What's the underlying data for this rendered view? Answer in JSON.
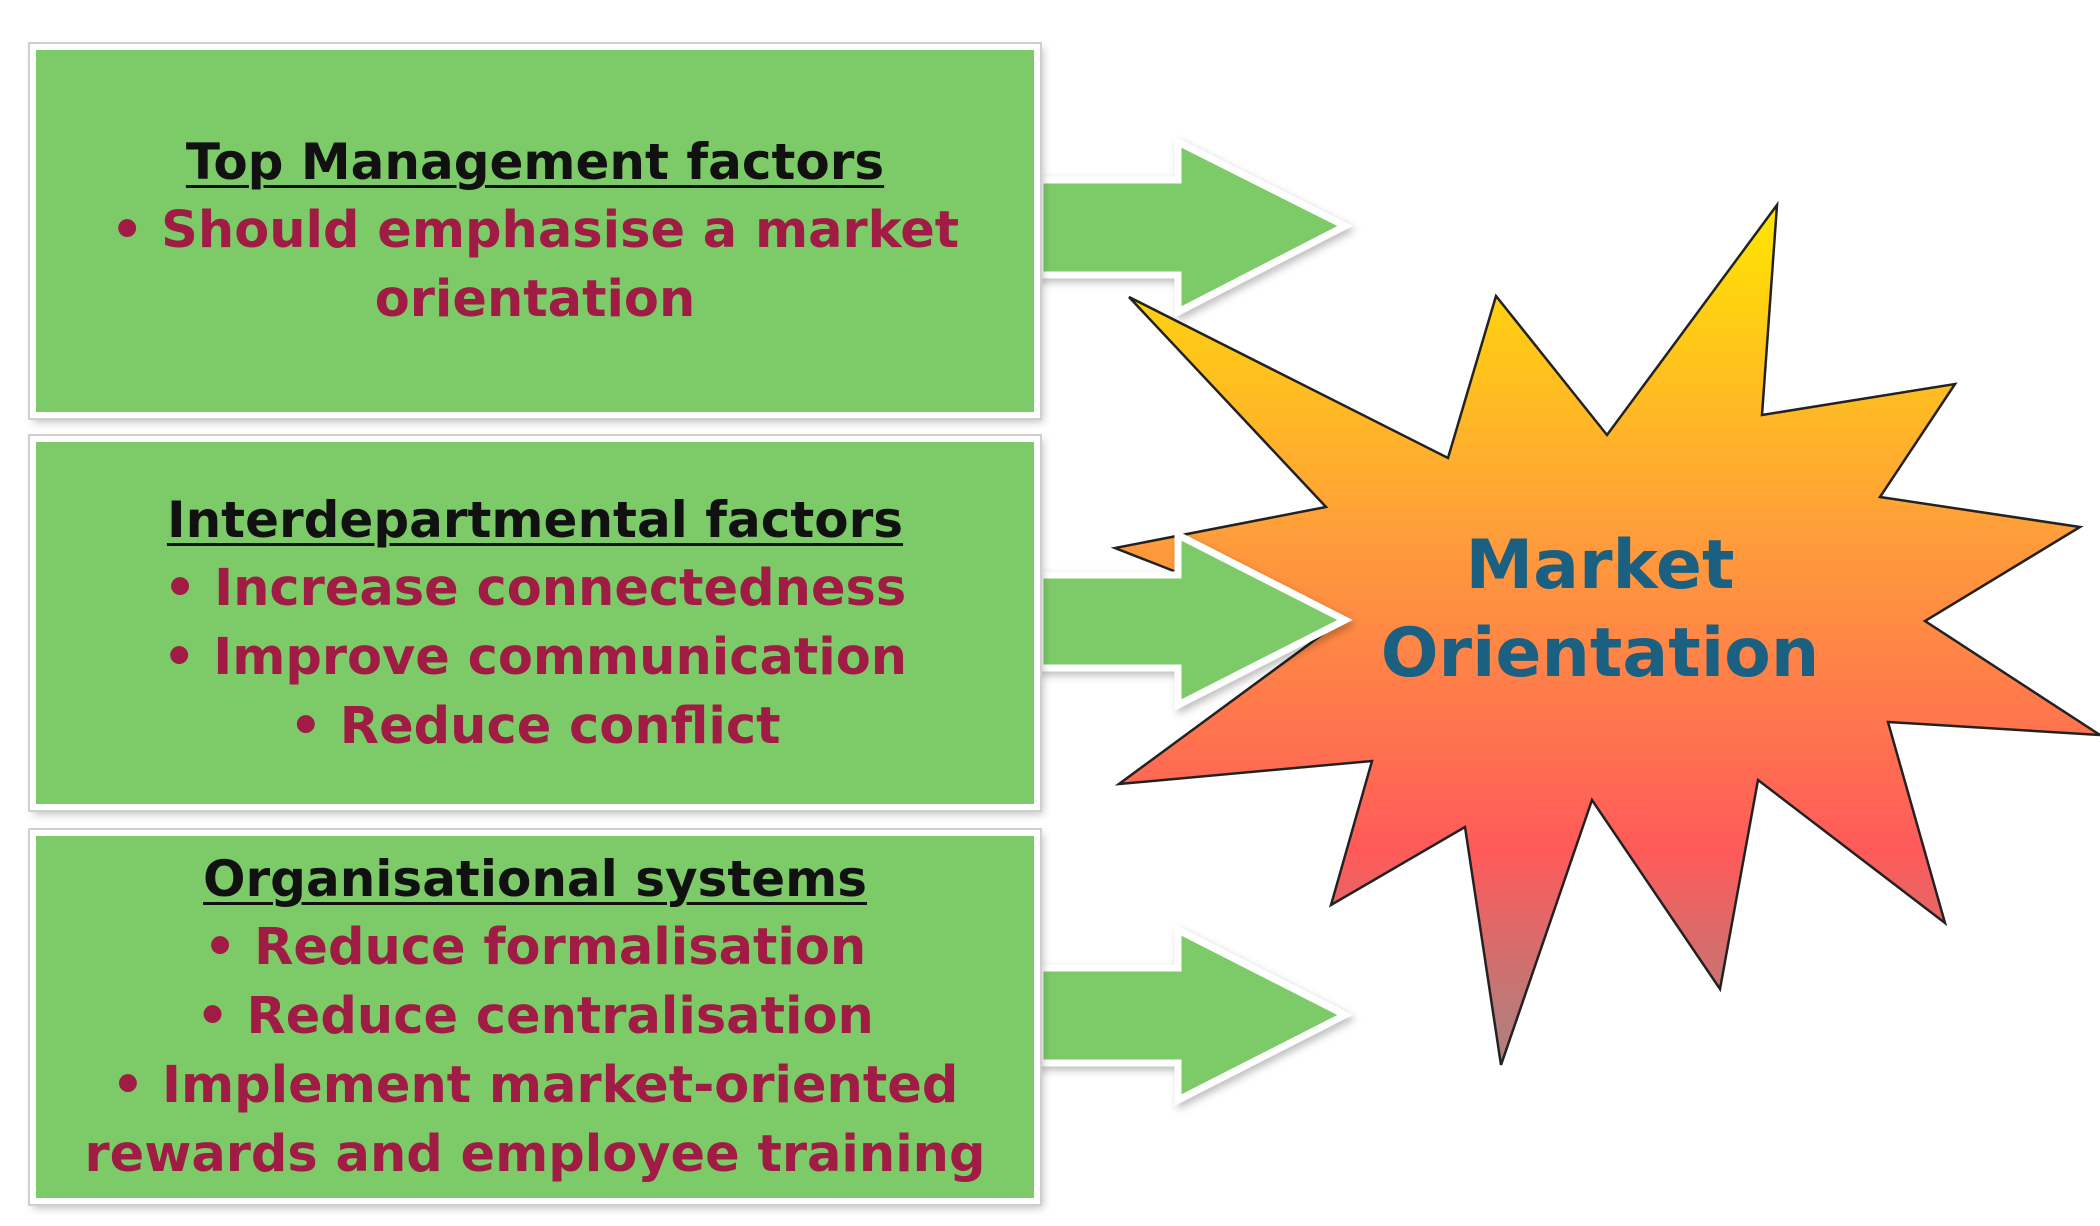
{
  "boxes": [
    {
      "title": "Top Management factors",
      "items": [
        "• Should emphasise a market",
        "orientation"
      ]
    },
    {
      "title": "Interdepartmental factors",
      "items": [
        "• Increase connectedness",
        "• Improve communication",
        "• Reduce conflict"
      ]
    },
    {
      "title": "Organisational systems",
      "items": [
        "• Reduce formalisation",
        "• Reduce centralisation",
        "• Implement market-oriented",
        "rewards and employee training"
      ]
    }
  ],
  "center": {
    "line1": "Market",
    "line2": "Orientation"
  },
  "colors": {
    "box_fill": "#7dca69",
    "box_title": "#111111",
    "box_item": "#a01c45",
    "arrow_fill": "#7dca69",
    "star_top": "#ffe600",
    "star_mid": "#ff9a3a",
    "star_low": "#ff5a5a",
    "star_bottom": "#b08080",
    "center_text": "#1b6080"
  }
}
